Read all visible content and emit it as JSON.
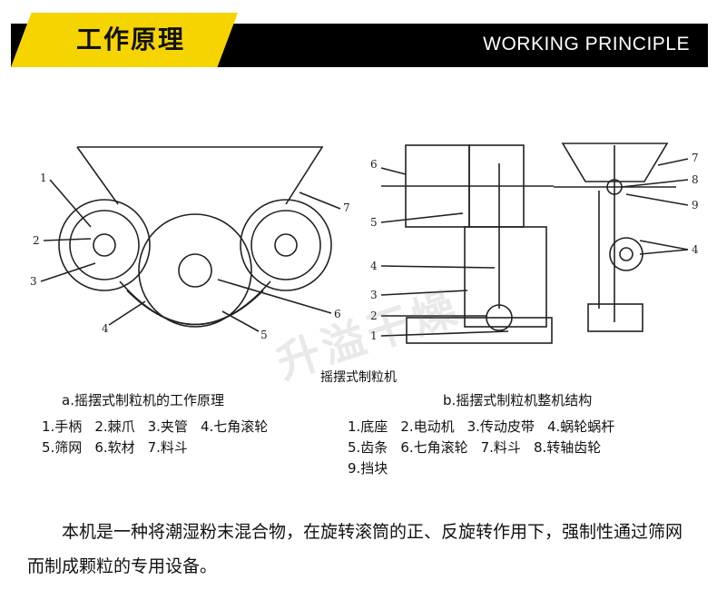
{
  "header": {
    "title": "工作原理",
    "subtitle_en": "WORKING PRINCIPLE"
  },
  "figure_a_labels": [
    "1",
    "2",
    "3",
    "4",
    "5",
    "6",
    "7"
  ],
  "figure_b_labels_left": [
    "6",
    "5",
    "4",
    "3",
    "2",
    "1"
  ],
  "figure_b_labels_right": [
    "7",
    "8",
    "9",
    "4"
  ],
  "captions": {
    "main": "摇摆式制粒机",
    "a": "a.摇摆式制粒机的工作原理",
    "b": "b.摇摆式制粒机整机结构"
  },
  "legend_a": [
    "1.手柄",
    "2.棘爪",
    "3.夹管",
    "4.七角滚轮",
    "5.筛网",
    "6.软材",
    "7.料斗"
  ],
  "legend_b": [
    "1.底座",
    "2.电动机",
    "3.传动皮带",
    "4.蜗轮蜗杆",
    "5.齿条",
    "6.七角滚轮",
    "7.料斗",
    "8.转轴齿轮",
    "9.挡块"
  ],
  "description": "本机是一种将潮湿粉末混合物，在旋转滚筒的正、反旋转作用下，强制性通过筛网而制成颗粒的专用设备。",
  "watermark": "升溢干燥",
  "colors": {
    "accent": "#f5d400",
    "bar": "#000000"
  }
}
